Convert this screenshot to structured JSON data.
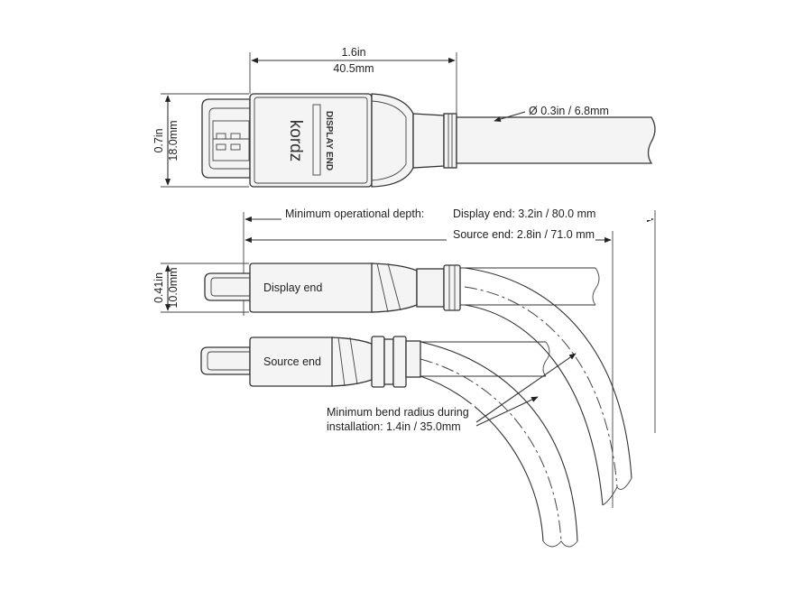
{
  "top_view": {
    "length_in": "1.6in",
    "length_mm": "40.5mm",
    "height_in": "0.7in",
    "height_mm": "18.0mm",
    "diameter": "Ø 0.3in / 6.8mm",
    "brand": "kordz",
    "end_label": "DISPLAY END"
  },
  "side_view": {
    "min_depth_label": "Minimum operational depth:",
    "display_depth": "Display end: 3.2in / 80.0 mm",
    "source_depth": "Source end: 2.8in / 71.0 mm",
    "thickness_in": "0.41in",
    "thickness_mm": "10.0mm",
    "display_end_label": "Display end",
    "source_end_label": "Source end",
    "bend_radius_line1": "Minimum bend radius during",
    "bend_radius_line2": "installation: 1.4in / 35.0mm"
  }
}
